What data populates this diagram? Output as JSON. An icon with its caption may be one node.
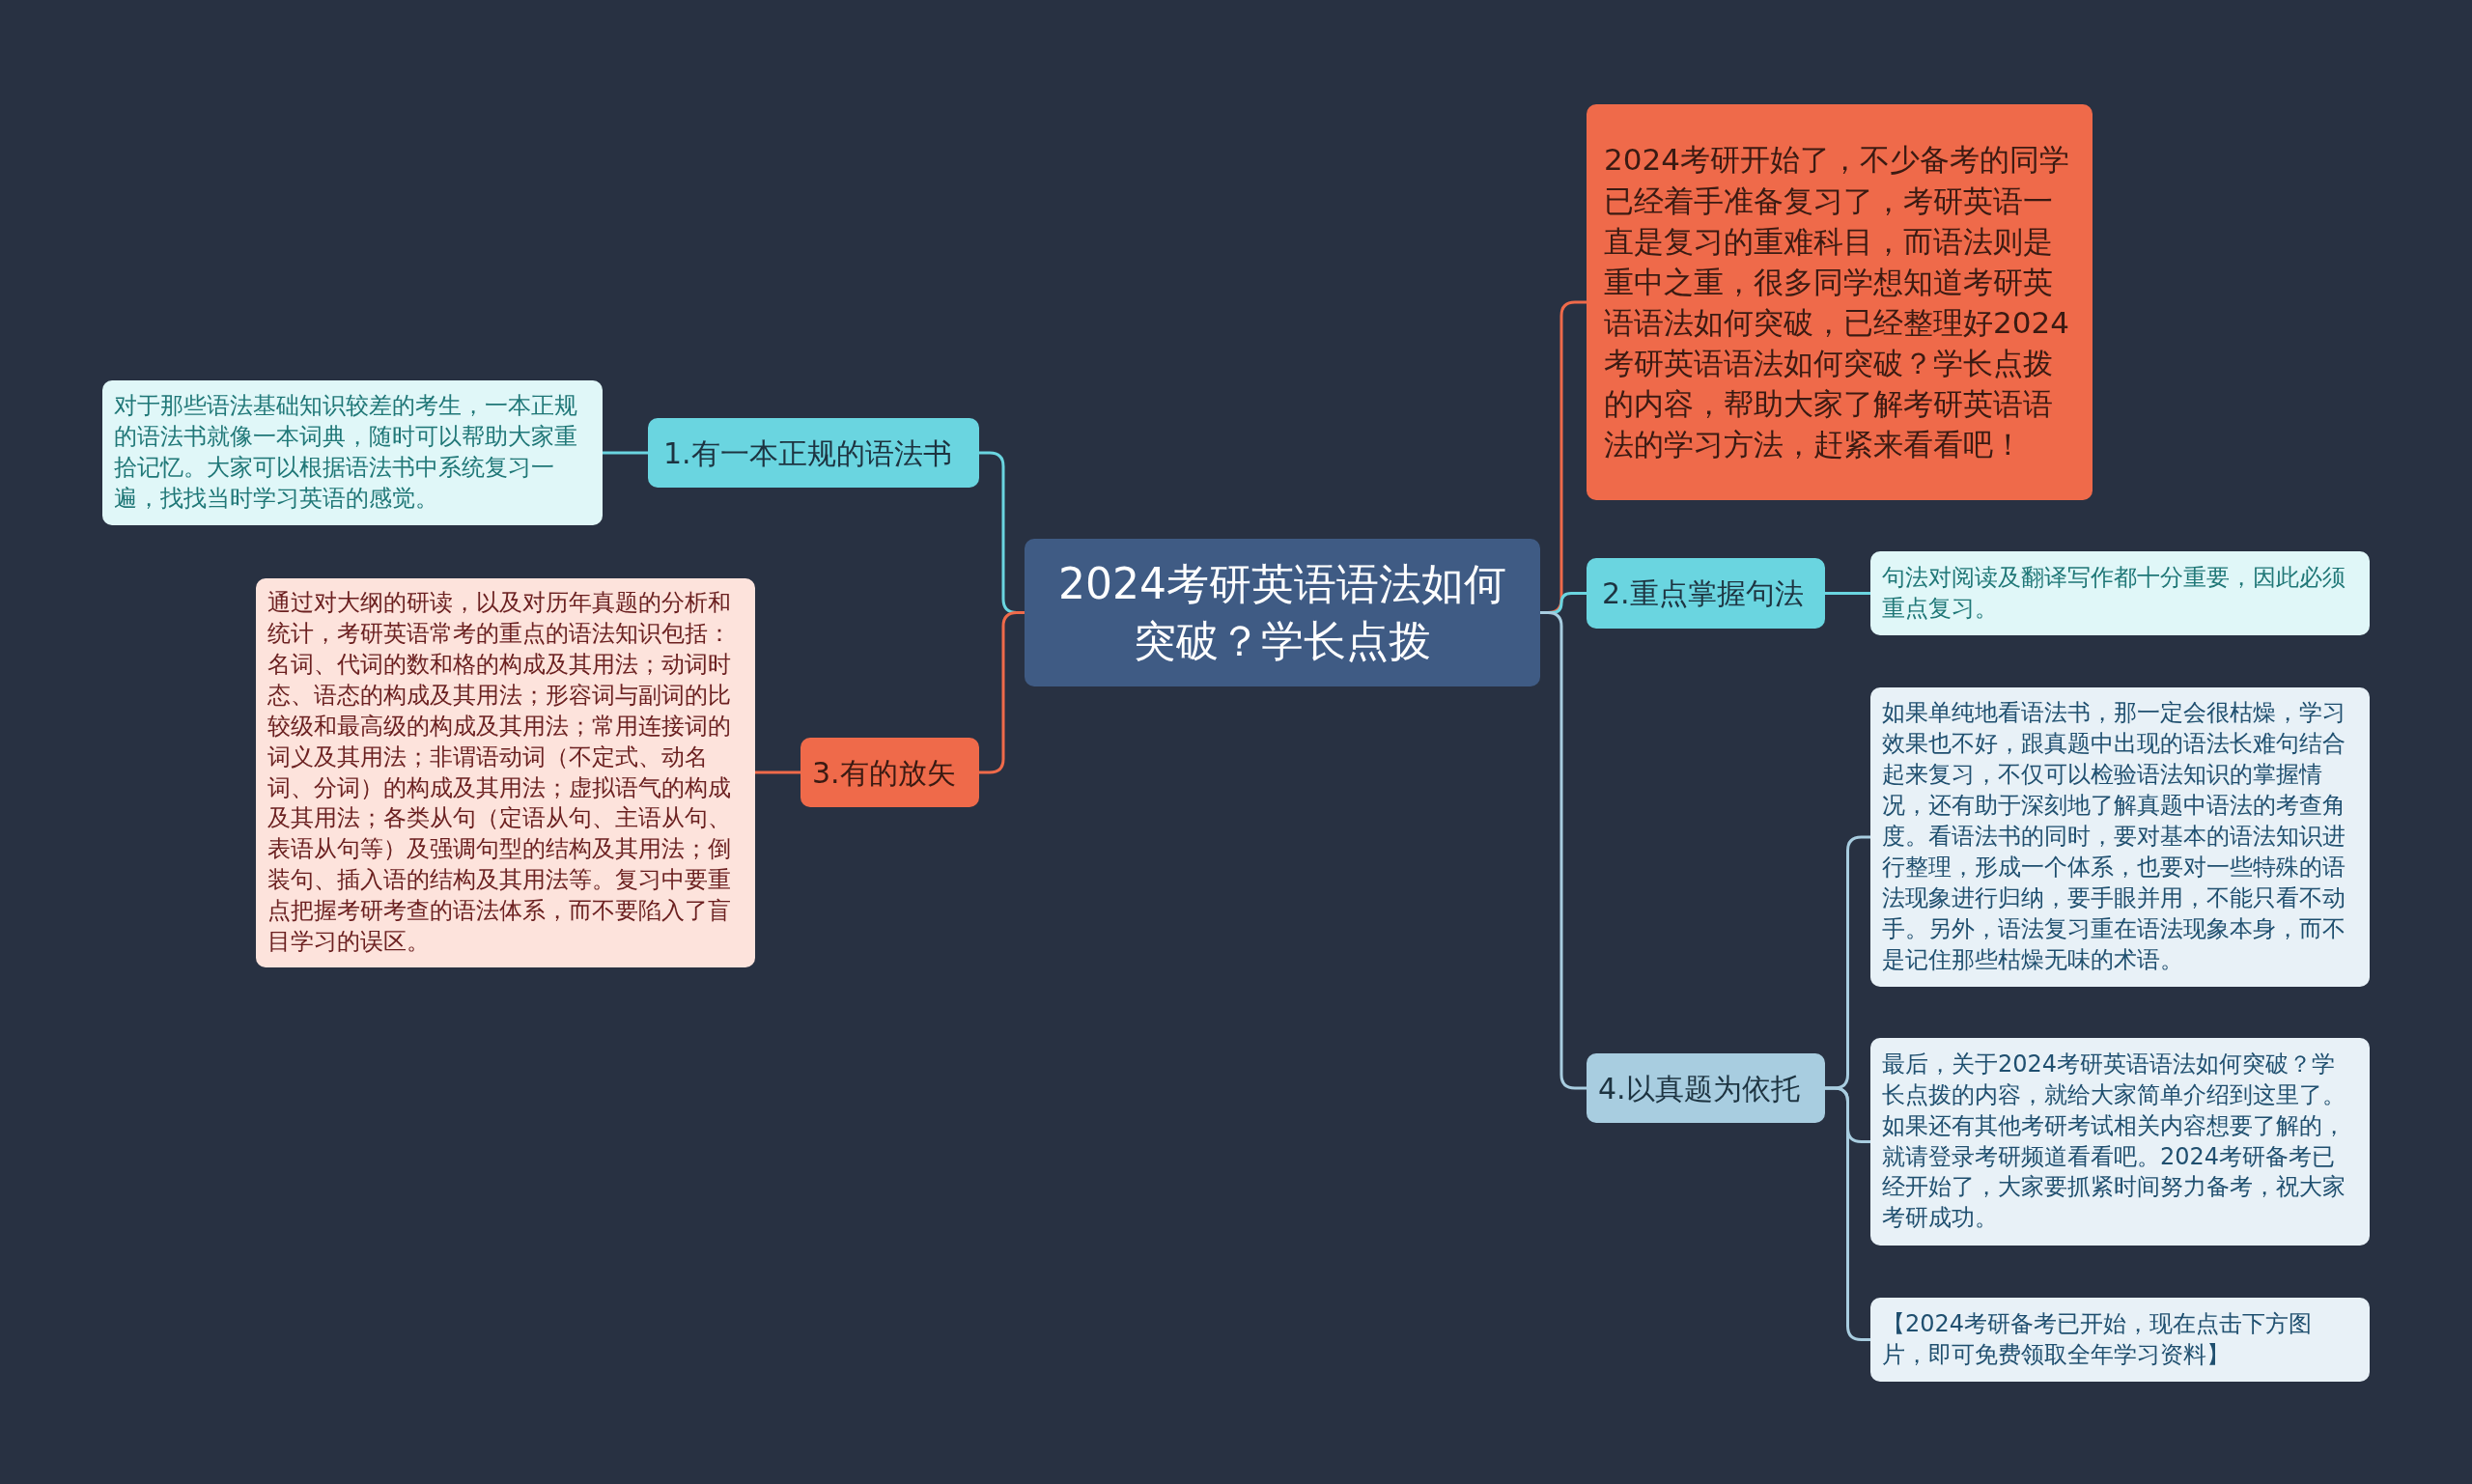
{
  "diagram": {
    "nodes": [
      {
        "text": [
          "2024考研英语语法如何突破？学长点拨"
        ]
      },
      {
        "text": [
          "2024考研开始了，不少备考的同学已经着手准备复习了，考研英语一直是复习的重难科目，而语法则是重中之重，很多同学想知道考研英语语法如何突破，已经整理好2024考研英语语法如何突破？学长点拨的内容，帮助大家了解考研英语语法的学习方法，赶紧来看看吧！"
        ]
      },
      {
        "text": [
          "1.有一本正规的语法书"
        ]
      },
      {
        "text": [
          "对于那些语法基础知识较差的考生，一本正规的语法书就像一本词典，随时可以帮助大家重拾记忆。大家可以根据语法书中系统复习一遍，找找当时学习英语的感觉。"
        ]
      },
      {
        "text": [
          "2.重点掌握句法"
        ]
      },
      {
        "text": [
          "句法对阅读及翻译写作都十分重要，因此必须重点复习。"
        ]
      },
      {
        "text": [
          "3.有的放矢"
        ]
      },
      {
        "text": [
          "通过对大纲的研读，以及对历年真题的分析和统计，考研英语常考的重点的语法知识包括：名词、代词的数和格的构成及其用法；动词时态、语态的构成及其用法；形容词与副词的比较级和最高级的构成及其用法；常用连接词的词义及其用法；非谓语动词（不定式、动名词、分词）的构成及其用法；虚拟语气的构成及其用法；各类从句（定语从句、主语从句、表语从句等）及强调句型的结构及其用法；倒装句、插入语的结构及其用法等。复习中要重点把握考研考查的语法体系，而不要陷入了盲目学习的误区。"
        ]
      },
      {
        "text": [
          "4.以真题为依托"
        ]
      },
      {
        "text": [
          "如果单纯地看语法书，那一定会很枯燥，学习效果也不好，跟真题中出现的语法长难句结合起来复习，不仅可以检验语法知识的掌握情况，还有助于深刻地了解真题中语法的考查角度。看语法书的同时，要对基本的语法知识进行整理，形成一个体系，也要对一些特殊的语法现象进行归纳，要手眼并用，不能只看不动手。另外，语法复习重在语法现象本身，而不是记住那些枯燥无味的术语。"
        ]
      },
      {
        "text": [
          "最后，关于2024考研英语语法如何突破？学长点拨的内容，就给大家简单介绍到这里了。如果还有其他考研考试相关内容想要了解的，就请登录考研频道看看吧。2024考研备考已经开始了，大家要抓紧时间努力备考，祝大家考研成功。"
        ]
      },
      {
        "text": [
          "【2024考研备考已开始，现在点击下方图片，即可免费领取全年学习资料】"
        ]
      }
    ],
    "edges": [
      {
        "from": 0,
        "to": 1,
        "arrow": "none",
        "color": "#ef6a4a"
      },
      {
        "from": 0,
        "to": 2,
        "arrow": "none",
        "color": "#6ad5e0"
      },
      {
        "from": 2,
        "to": 3,
        "arrow": "none",
        "color": "#6ad5e0"
      },
      {
        "from": 0,
        "to": 4,
        "arrow": "none",
        "color": "#6ad5e0"
      },
      {
        "from": 4,
        "to": 5,
        "arrow": "none",
        "color": "#6ad5e0"
      },
      {
        "from": 0,
        "to": 6,
        "arrow": "none",
        "color": "#ef6a4a"
      },
      {
        "from": 6,
        "to": 7,
        "arrow": "none",
        "color": "#ef6a4a"
      },
      {
        "from": 0,
        "to": 8,
        "arrow": "none",
        "color": "#a8cde0"
      },
      {
        "from": 8,
        "to": 9,
        "arrow": "none",
        "color": "#a8cde0"
      },
      {
        "from": 8,
        "to": 10,
        "arrow": "none",
        "color": "#a8cde0"
      },
      {
        "from": 8,
        "to": 11,
        "arrow": "none",
        "color": "#a8cde0"
      }
    ]
  }
}
